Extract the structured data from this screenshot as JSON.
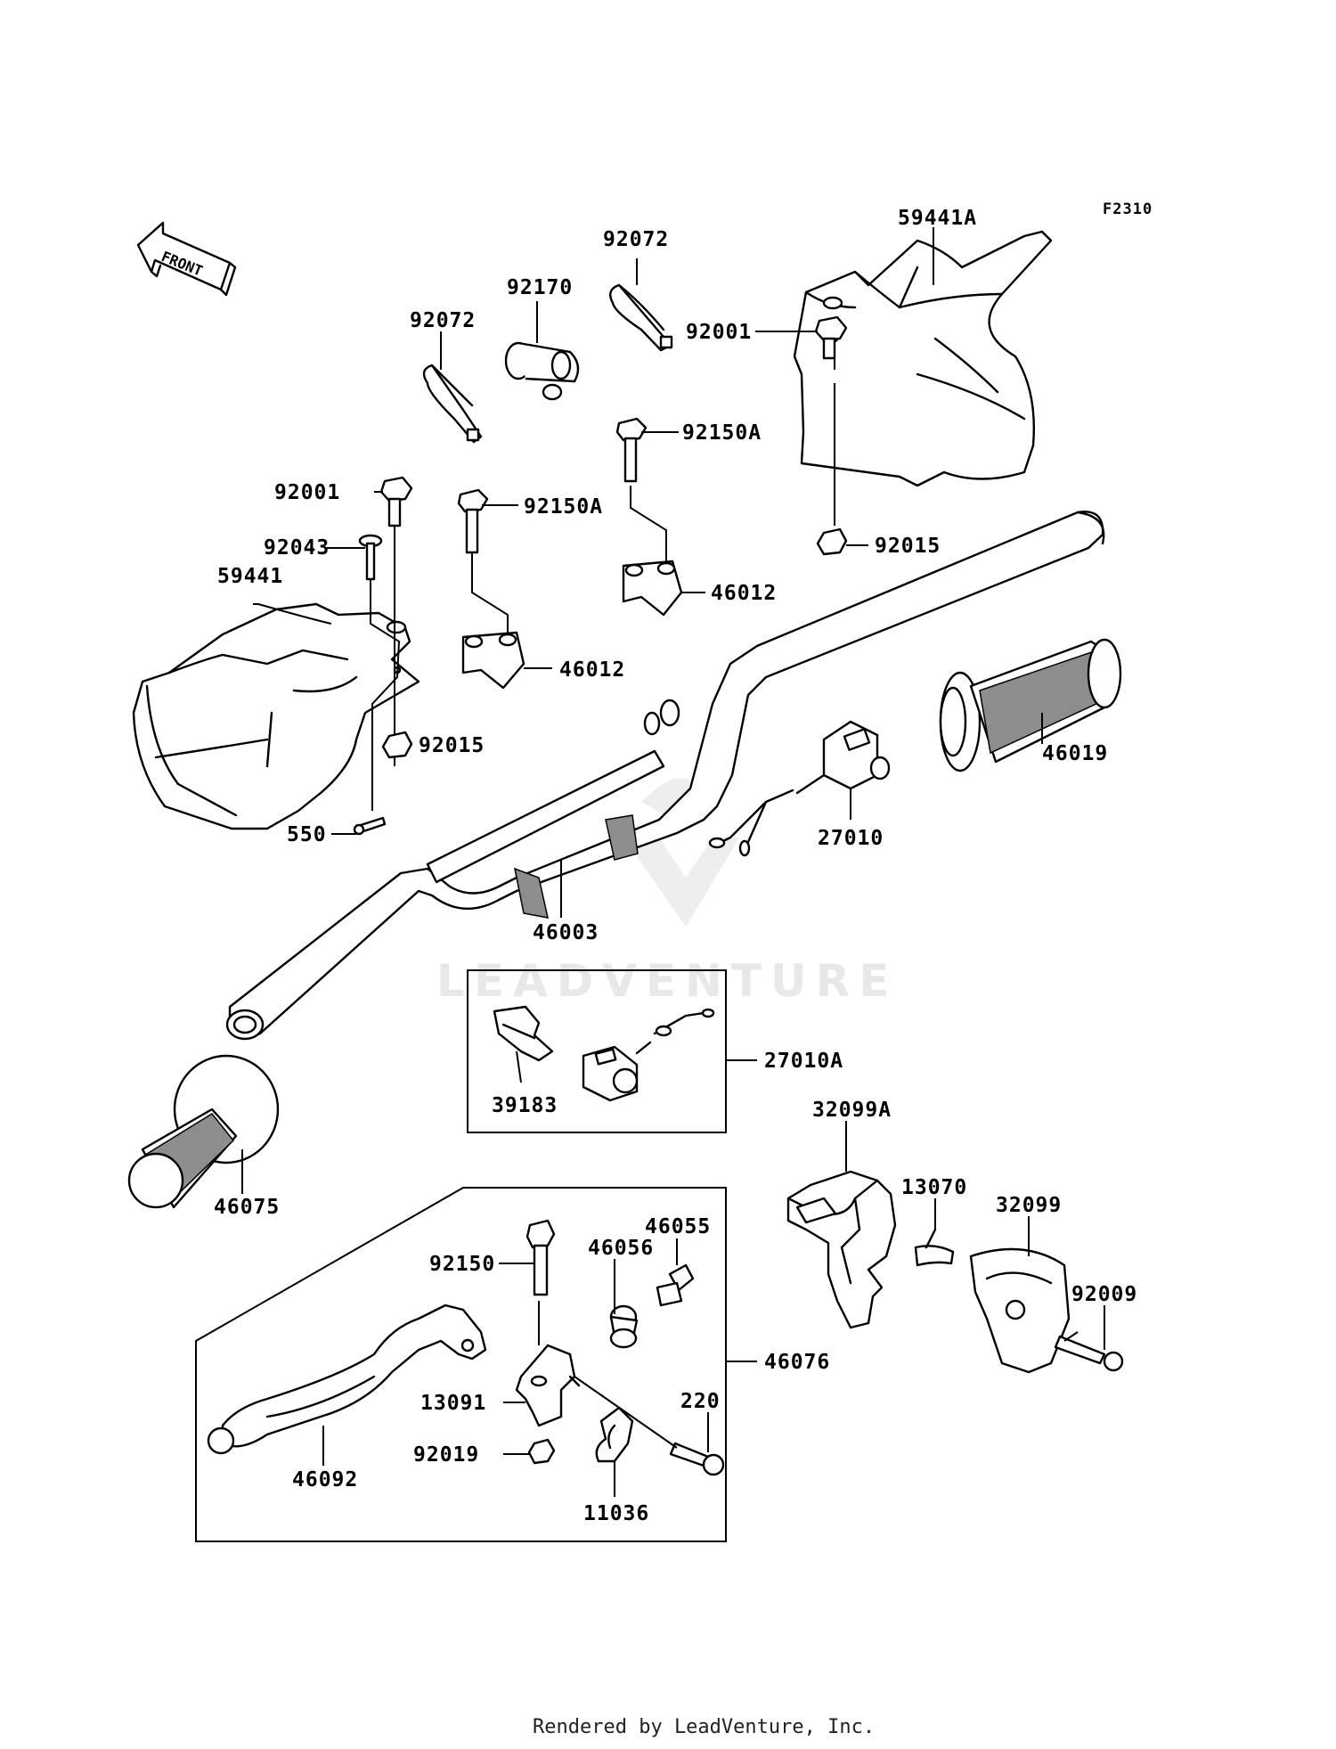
{
  "figure_code": "F2310",
  "front_label": "FRONT",
  "watermark": "LEADVENTURE",
  "footer": "Rendered by LeadVenture, Inc.",
  "labels": {
    "p59441A": "59441A",
    "p92072_top": "92072",
    "p92170": "92170",
    "p92072_left": "92072",
    "p92001_right": "92001",
    "p92150A_upper": "92150A",
    "p92001_left": "92001",
    "p92150A_lower": "92150A",
    "p92043": "92043",
    "p59441": "59441",
    "p92015_right": "92015",
    "p46012_upper": "46012",
    "p46012_lower": "46012",
    "p46019": "46019",
    "p92015_left": "92015",
    "p550": "550",
    "p27010": "27010",
    "p46003": "46003",
    "p27010A": "27010A",
    "p39183": "39183",
    "p32099A": "32099A",
    "p46075": "46075",
    "p13070": "13070",
    "p32099": "32099",
    "p46055": "46055",
    "p46056": "46056",
    "p92150": "92150",
    "p92009": "92009",
    "p46076": "46076",
    "p220": "220",
    "p13091": "13091",
    "p92019": "92019",
    "p46092": "46092",
    "p11036": "11036"
  }
}
